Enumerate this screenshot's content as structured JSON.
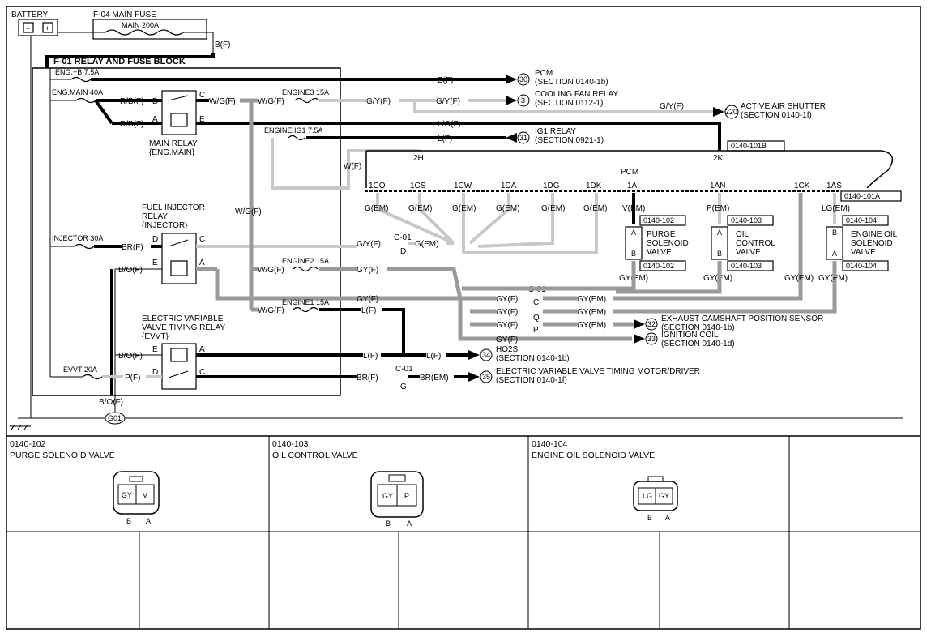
{
  "top": {
    "battery": "BATTERY",
    "main_fuse_box": "F-04 MAIN FUSE",
    "main_fuse": "MAIN 200A",
    "bf_main": "B(F)",
    "relay_block": "F-01 RELAY AND FUSE BLOCK"
  },
  "fuses": {
    "eng_b": "ENG.+B 7.5A",
    "eng_main": "ENG.MAIN 40A",
    "engine3": "ENGINE3 15A",
    "engine_ig1": "ENGINE.IG1 7.5A",
    "injector": "INJECTOR 30A",
    "engine2": "ENGINE2 15A",
    "engine1": "ENGINE1 15A",
    "evvt": "EVVT 20A"
  },
  "relays": {
    "main_l1": "MAIN RELAY",
    "main_l2": "{ENG.MAIN}",
    "inj_l1": "FUEL INJECTOR",
    "inj_l2": "RELAY",
    "inj_l3": "{INJECTOR}",
    "evvt_l1": "ELECTRIC VARIABLE",
    "evvt_l2": "VALVE TIMING RELAY",
    "evvt_l3": "{EVVT}",
    "pin_a": "A",
    "pin_c": "C",
    "pin_d": "D",
    "pin_e": "E"
  },
  "wires": {
    "bf": "B(F)",
    "rbf": "R/B(F)",
    "wgf": "W/G(F)",
    "gyf": "G/Y(F)",
    "lof": "L/O(F)",
    "lf": "L(F)",
    "wf": "W(F)",
    "brf": "BR(F)",
    "bof": "B/O(F)",
    "gyf2": "GY(F)",
    "pf": "P(F)",
    "gem": "G(EM)",
    "vem": "V(EM)",
    "pem": "P(EM)",
    "lgem": "LG(EM)",
    "gyem": "GY(EM)",
    "brem": "BR(EM)"
  },
  "destinations": {
    "pcm_num": "30",
    "pcm_l1": "PCM",
    "pcm_l2": "(SECTION 0140-1b)",
    "cfr_num": "3",
    "cfr_l1": "COOLING FAN RELAY",
    "cfr_l2": "(SECTION 0112-1)",
    "aas_num": "220",
    "aas_l1": "ACTIVE AIR SHUTTER",
    "aas_l2": "(SECTION 0140-1f)",
    "ig1_num": "31",
    "ig1_l1": "IG1 RELAY",
    "ig1_l2": "(SECTION 0921-1)",
    "ecs_num": "32",
    "ecs_l1": "EXHAUST CAMSHAFT POSITION SENSOR",
    "ecs_l2": "(SECTION 0140-1b)",
    "ign_num": "33",
    "ign_l1": "IGNITION COIL",
    "ign_l2": "(SECTION 0140-1d)",
    "ho2s_num": "34",
    "ho2s_l1": "HO2S",
    "ho2s_l2": "(SECTION 0140-1b)",
    "evvm_num": "35",
    "evvm_l1": "ELECTRIC VARIABLE VALVE TIMING MOTOR/DRIVER",
    "evvm_l2": "(SECTION 0140-1f)"
  },
  "pcm": {
    "title": "PCM",
    "conn_b": "0140-101B",
    "conn_a": "0140-101A",
    "j_2h": "2H",
    "j_2k": "2K",
    "pins": [
      "1CO",
      "1CS",
      "1CW",
      "1DA",
      "1DG",
      "1DK",
      "1AI",
      "1AN",
      "1CK",
      "1AS"
    ]
  },
  "connectors": {
    "c01": "C-01",
    "d": "D",
    "c": "C",
    "q": "Q",
    "p": "P",
    "g": "G",
    "ground": "G01"
  },
  "components": {
    "purge_l1": "PURGE",
    "purge_l2": "SOLENOID",
    "purge_l3": "VALVE",
    "ocv_l1": "OIL",
    "ocv_l2": "CONTROL",
    "ocv_l3": "VALVE",
    "eos_l1": "ENGINE OIL",
    "eos_l2": "SOLENOID",
    "eos_l3": "VALVE",
    "c102": "0140-102",
    "c103": "0140-103",
    "c104": "0140-104",
    "pin_a": "A",
    "pin_b": "B"
  },
  "table": {
    "cells": [
      {
        "code": "0140-102",
        "name": "PURGE SOLENOID VALVE",
        "pins": [
          "GY",
          "V"
        ],
        "labels": [
          "B",
          "A"
        ]
      },
      {
        "code": "0140-103",
        "name": "OIL CONTROL VALVE",
        "pins": [
          "GY",
          "P"
        ],
        "labels": [
          "B",
          "A"
        ]
      },
      {
        "code": "0140-104",
        "name": "ENGINE OIL SOLENOID VALVE",
        "pins": [
          "LG",
          "GY"
        ],
        "labels": [
          "B",
          "A"
        ]
      }
    ]
  }
}
